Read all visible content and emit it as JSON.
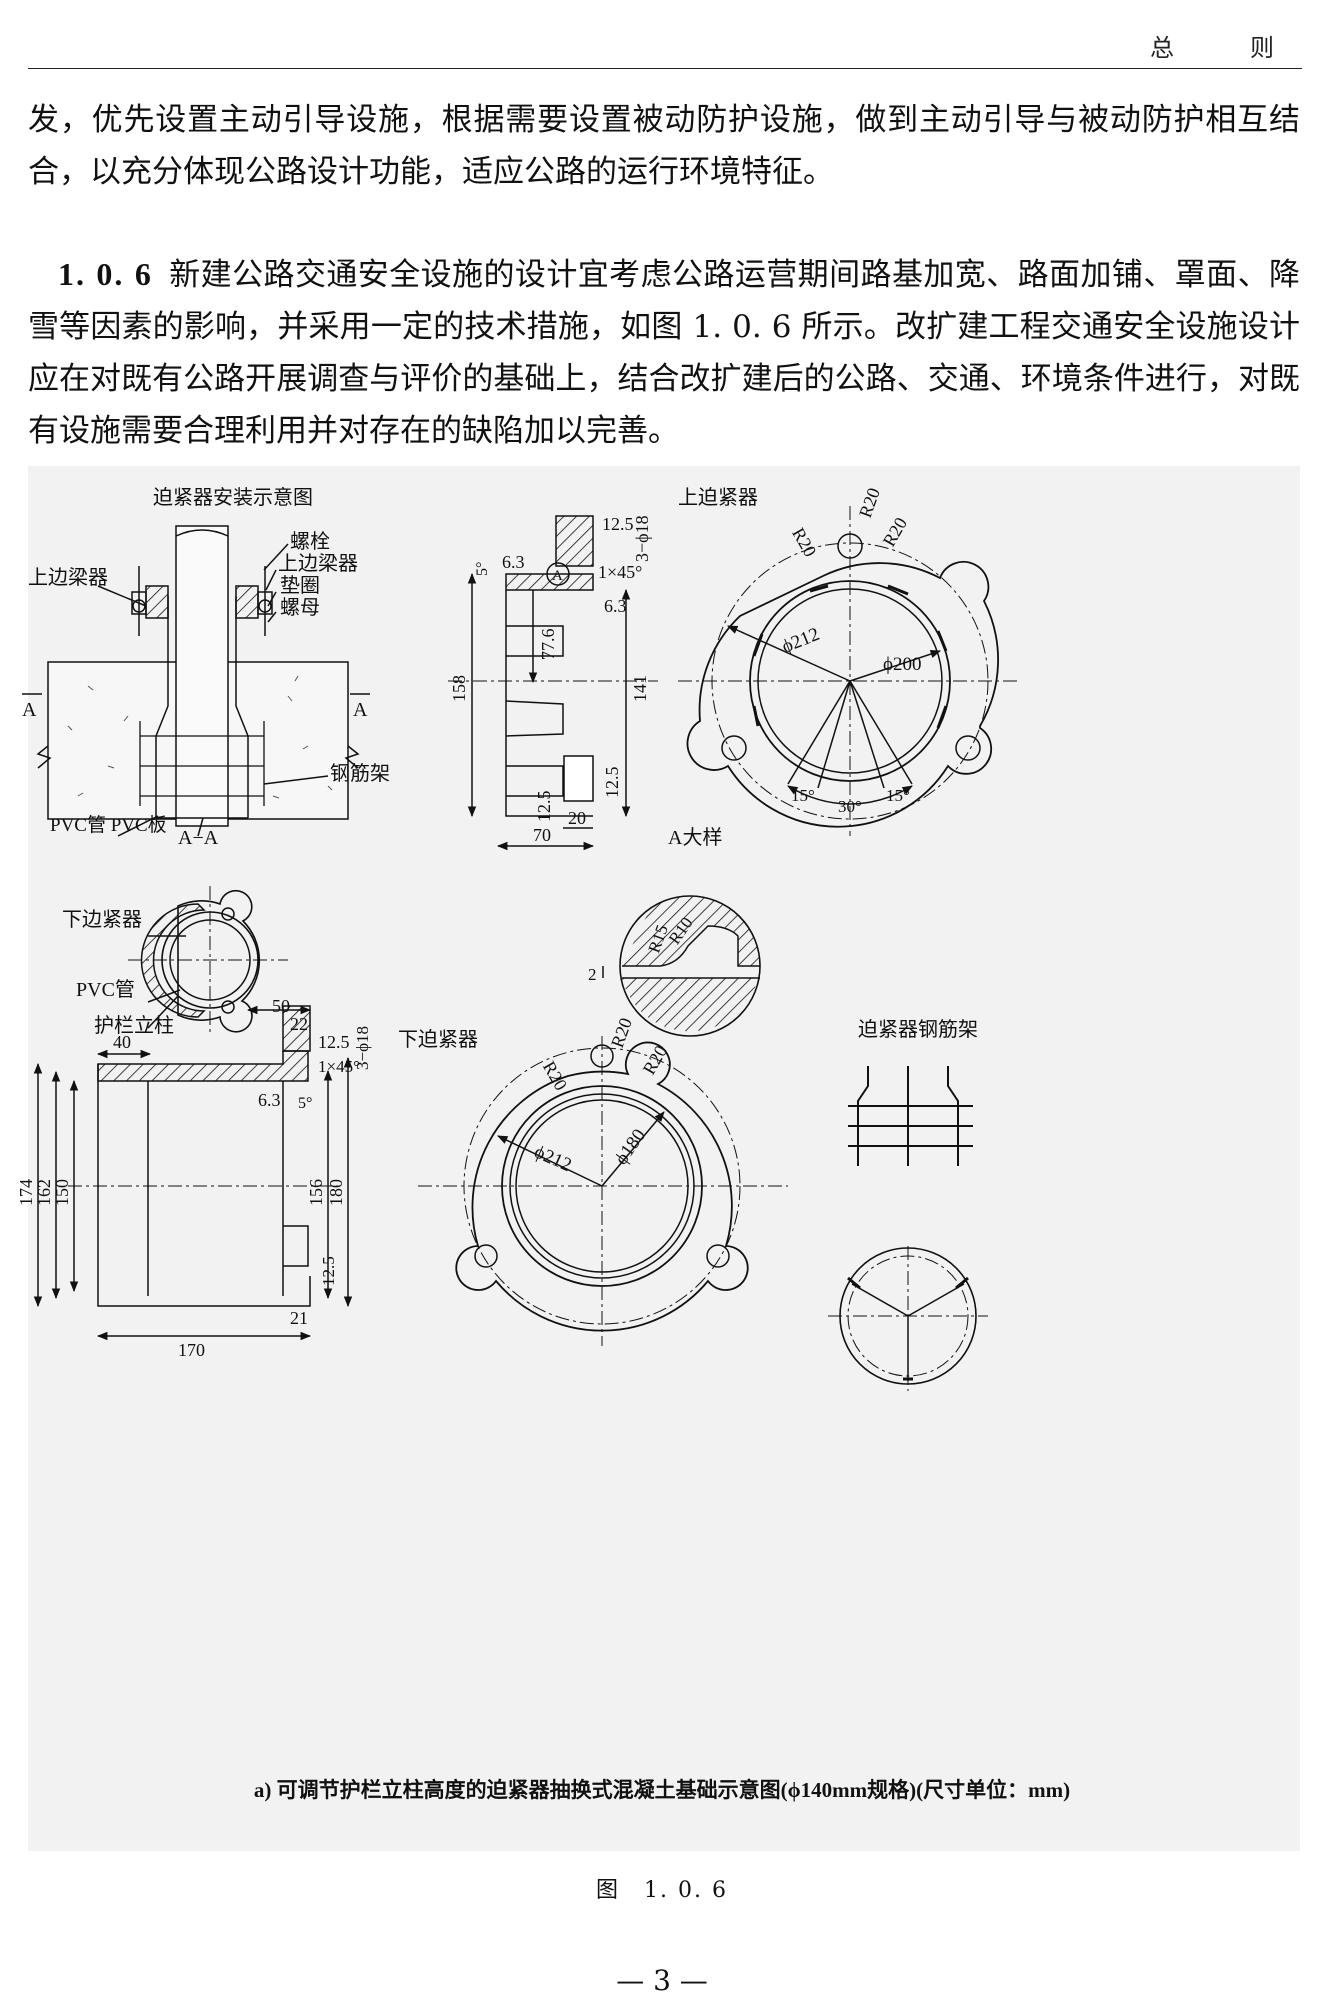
{
  "header": {
    "section": "总　则"
  },
  "paragraphs": {
    "p1": "发，优先设置主动引导设施，根据需要设置被动防护设施，做到主动引导与被动防护相互结合，以充分体现公路设计功能，适应公路的运行环境特征。",
    "p2_number": "1. 0. 6",
    "p2_text": "新建公路交通安全设施的设计宜考虑公路运营期间路基加宽、路面加铺、罩面、降雪等因素的影响，并采用一定的技术措施，如图 1. 0. 6 所示。改扩建工程交通安全设施设计应在对既有公路开展调查与评价的基础上，结合改扩建后的公路、交通、环境条件进行，对既有设施需要合理利用并对存在的缺陷加以完善。"
  },
  "figure": {
    "install": {
      "title": "迫紧器安装示意图",
      "upper_clamp": "上边梁器",
      "bolt": "螺栓",
      "upper_clamp_r": "上边梁器",
      "washer": "垫圈",
      "nut": "螺母",
      "rebar_cage": "钢筋架",
      "pvc_labels": "PVC管 PVC板",
      "section_a_left": "A",
      "section_a_right": "A",
      "section_aa": "A−A"
    },
    "upper_section": {
      "d_12_5": "12.5",
      "d_3phi18": "3−ϕ18",
      "d_5deg": "5°",
      "d_6_3a": "6.3",
      "d_A": "A",
      "d_1x45": "1×45°",
      "d_6_3b": "6.3",
      "d_77_6": "77.6",
      "d_158": "158",
      "d_141": "141",
      "d_12_5b": "12.5",
      "d_12_5c": "12.5",
      "d_20": "20",
      "d_70": "70"
    },
    "upper_clamp": {
      "title": "上迫紧器",
      "r1": "R20",
      "r2": "R20",
      "r3": "R20",
      "phi212": "ϕ212",
      "phi200": "ϕ200",
      "a15l": "15°",
      "a30": "30°",
      "a15r": "15°"
    },
    "a_detail": {
      "title": "A大样",
      "r15": "R15",
      "r10": "R10",
      "d2": "2"
    },
    "lower_plan": {
      "lower_clamp": "下边紧器",
      "pvc": "PVC管",
      "post": "护栏立柱"
    },
    "lower_section": {
      "d_50": "50",
      "d_22": "22",
      "d_12_5": "12.5",
      "d_3phi18": "3−ϕ18",
      "d_40": "40",
      "d_1x45": "1×45°",
      "d_6_3": "6.3",
      "d_5deg": "5°",
      "d_174": "174",
      "d_162": "162",
      "d_150": "150",
      "d_156": "156",
      "d_180": "180",
      "d_12_5b": "12.5",
      "d_170": "170",
      "d_21": "21"
    },
    "lower_clamp": {
      "title": "下迫紧器",
      "r1": "R20",
      "r2": "R20",
      "r3": "R20",
      "phi212": "ϕ212",
      "phi180": "ϕ180"
    },
    "cage": {
      "title": "迫紧器钢筋架"
    }
  },
  "captions": {
    "sub_a": "a) 可调节护栏立柱高度的迫紧器抽换式混凝土基础示意图(ϕ140mm规格)(尺寸单位：mm)",
    "figure": "图　1. 0. 6"
  },
  "page_number": "— 3 —"
}
